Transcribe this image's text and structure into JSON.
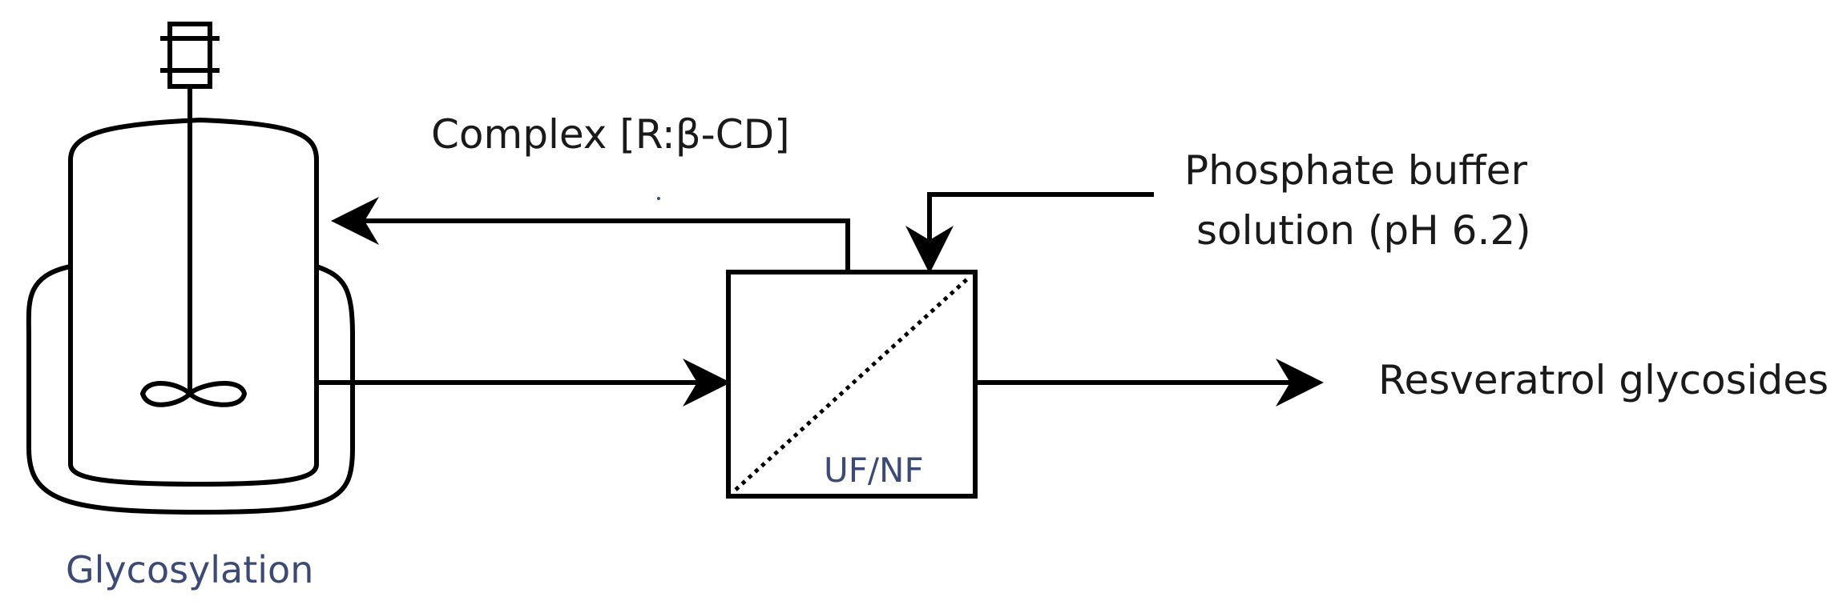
{
  "diagram": {
    "reactor_label": "Glycosylation",
    "recycle_label": "Complex [R:β-CD]",
    "buffer_label_line1": "Phosphate buffer",
    "buffer_label_line2": "solution (pH 6.2)",
    "product_label": "Resveratrol glycosides",
    "membrane_label": "UF/NF"
  },
  "colors": {
    "line": "#000000",
    "reactor_label": "#3d4a75",
    "membrane_label": "#3d4a75",
    "text": "#1a1a1a"
  }
}
